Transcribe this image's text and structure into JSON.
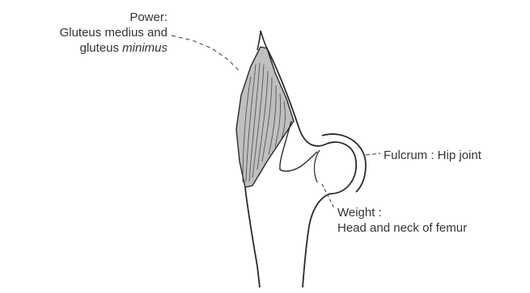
{
  "labels": {
    "power": {
      "title": "Power:",
      "line1": "Gluteus medius and",
      "line2_plain": "gluteus ",
      "line2_italic": "minimus"
    },
    "fulcrum": {
      "text": "Fulcrum : Hip joint"
    },
    "weight": {
      "title": "Weight :",
      "line1": "Head and neck of femur"
    }
  },
  "colors": {
    "ink": "#2a2a2a",
    "muscle_shade": "#8a8a8a",
    "background": "#ffffff"
  }
}
